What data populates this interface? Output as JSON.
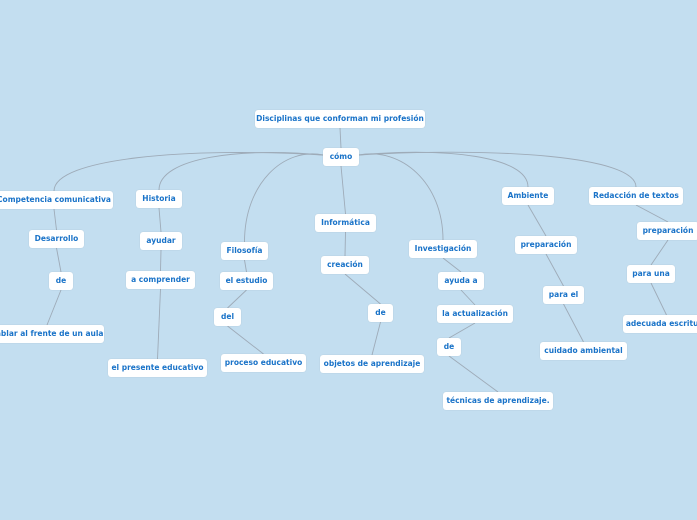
{
  "map": {
    "background_color": "#c3def0",
    "text_color": "#1a73c8",
    "line_color": "#9eabb8",
    "nodes": [
      {
        "label": "Disciplinas que conforman mi profesión",
        "parent": null
      },
      {
        "label": "cómo",
        "parent": 0
      },
      {
        "label": "Competencia comunicativa",
        "parent": 1
      },
      {
        "label": "Desarrollo",
        "parent": 2
      },
      {
        "label": "de",
        "parent": 3
      },
      {
        "label": "hablar al frente de un aula",
        "parent": 4
      },
      {
        "label": "Historia",
        "parent": 1
      },
      {
        "label": "ayudar",
        "parent": 6
      },
      {
        "label": "a comprender",
        "parent": 7
      },
      {
        "label": "el presente educativo",
        "parent": 8
      },
      {
        "label": "Filosofía",
        "parent": 1
      },
      {
        "label": "el estudio",
        "parent": 10
      },
      {
        "label": "del",
        "parent": 11
      },
      {
        "label": "proceso educativo",
        "parent": 12
      },
      {
        "label": "Informática",
        "parent": 1
      },
      {
        "label": "creación",
        "parent": 14
      },
      {
        "label": "de",
        "parent": 15
      },
      {
        "label": "objetos de aprendizaje",
        "parent": 16
      },
      {
        "label": "Investigación",
        "parent": 1
      },
      {
        "label": "ayuda a",
        "parent": 18
      },
      {
        "label": "la actualización",
        "parent": 19
      },
      {
        "label": "de",
        "parent": 20
      },
      {
        "label": "técnicas de aprendizaje.",
        "parent": 21
      },
      {
        "label": "Ambiente",
        "parent": 1
      },
      {
        "label": "preparación",
        "parent": 23
      },
      {
        "label": "para el",
        "parent": 24
      },
      {
        "label": "cuidado ambiental",
        "parent": 25
      },
      {
        "label": "Redacción de textos",
        "parent": 1
      },
      {
        "label": "preparación",
        "parent": 27
      },
      {
        "label": "para una",
        "parent": 28
      },
      {
        "label": "adecuada escritura",
        "parent": 29
      }
    ]
  }
}
